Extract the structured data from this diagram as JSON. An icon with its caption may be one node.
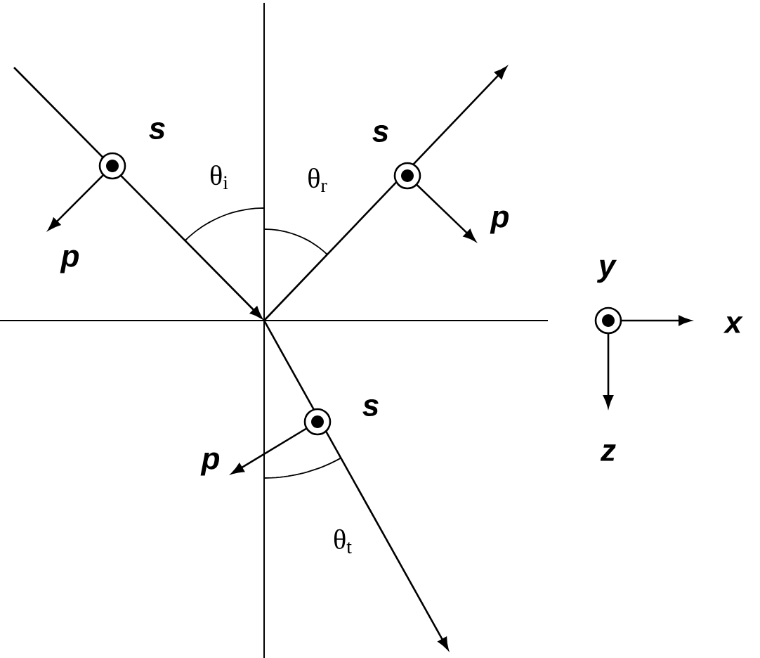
{
  "diagram": {
    "labels": [
      "s",
      "θ$_{i}$",
      "θ$_{r}$",
      "s",
      "p",
      "p",
      "y",
      "x",
      "s",
      "p",
      "z",
      "θ$_{t}$"
    ]
  }
}
